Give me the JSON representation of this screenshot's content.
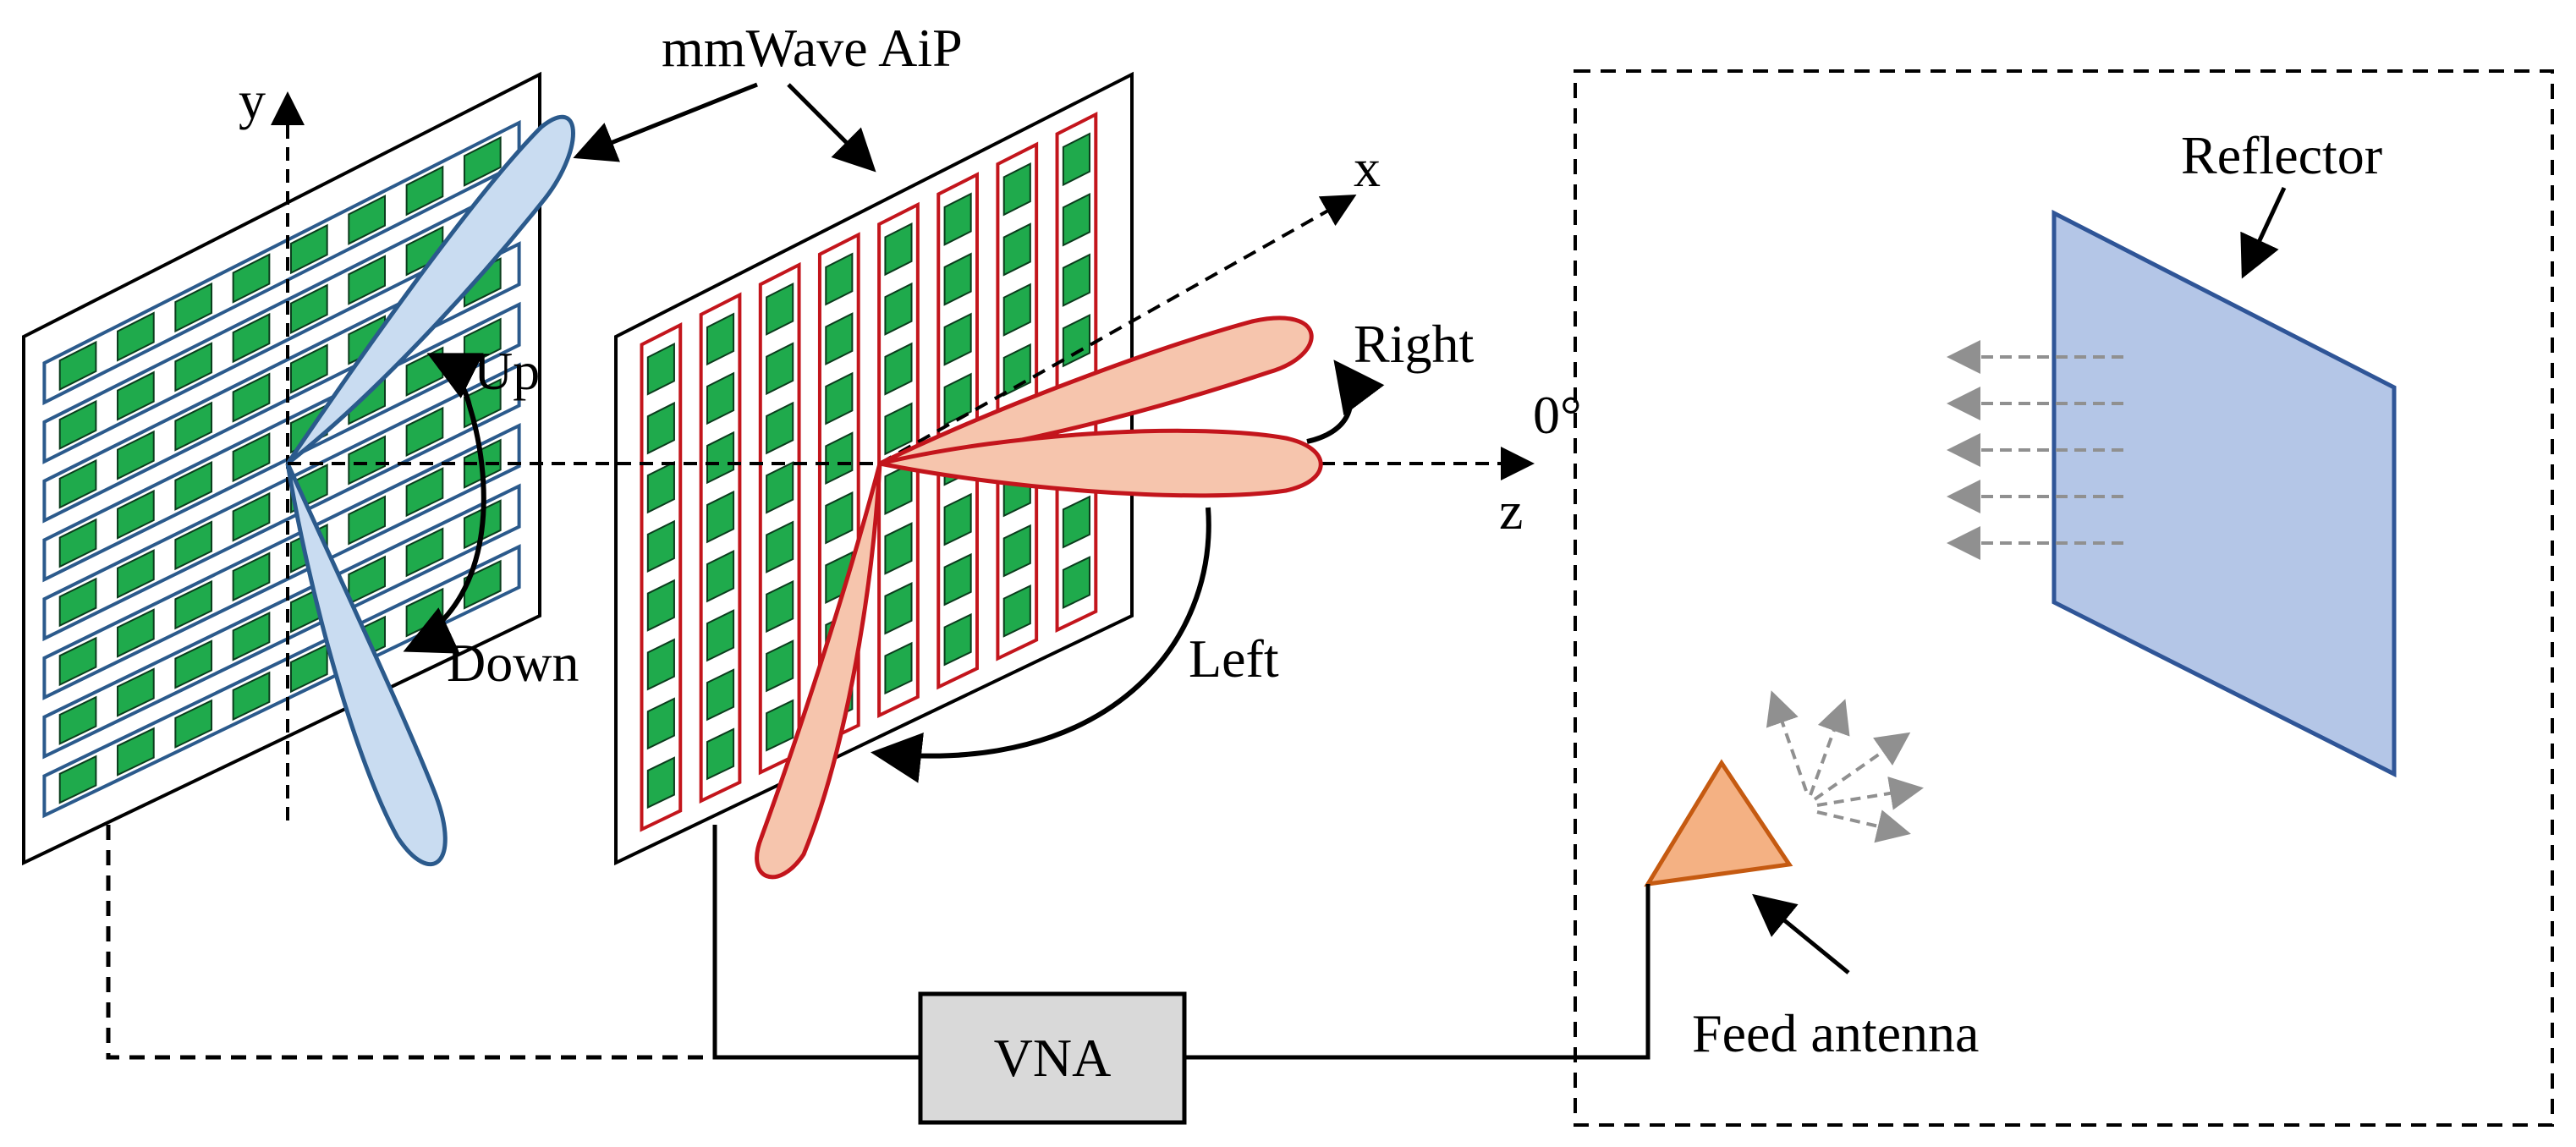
{
  "labels": {
    "aip": "mmWave AiP",
    "reflector": "Reflector",
    "feed_antenna": "Feed antenna",
    "vna": "VNA",
    "up": "Up",
    "down": "Down",
    "left": "Left",
    "right": "Right",
    "zero_deg": "0°"
  },
  "axes": {
    "x": "x",
    "y": "y",
    "z": "z"
  },
  "colors": {
    "patch_green": "#1faa4c",
    "blue_lobe_fill": "#c9dcf1",
    "blue_lobe_stroke": "#2b5a8c",
    "red_lobe_fill": "#f6c5ad",
    "red_lobe_stroke": "#c3151c",
    "reflector_fill": "#b4c6e7",
    "reflector_stroke": "#2f5597",
    "feed_fill": "#f4b183",
    "feed_stroke": "#c55a11",
    "vna_fill": "#d9d9d9",
    "wave_arrow": "#909090"
  },
  "icons": {
    "feed": "triangle-horn-antenna-icon",
    "reflector": "parallelogram-reflector-icon"
  }
}
